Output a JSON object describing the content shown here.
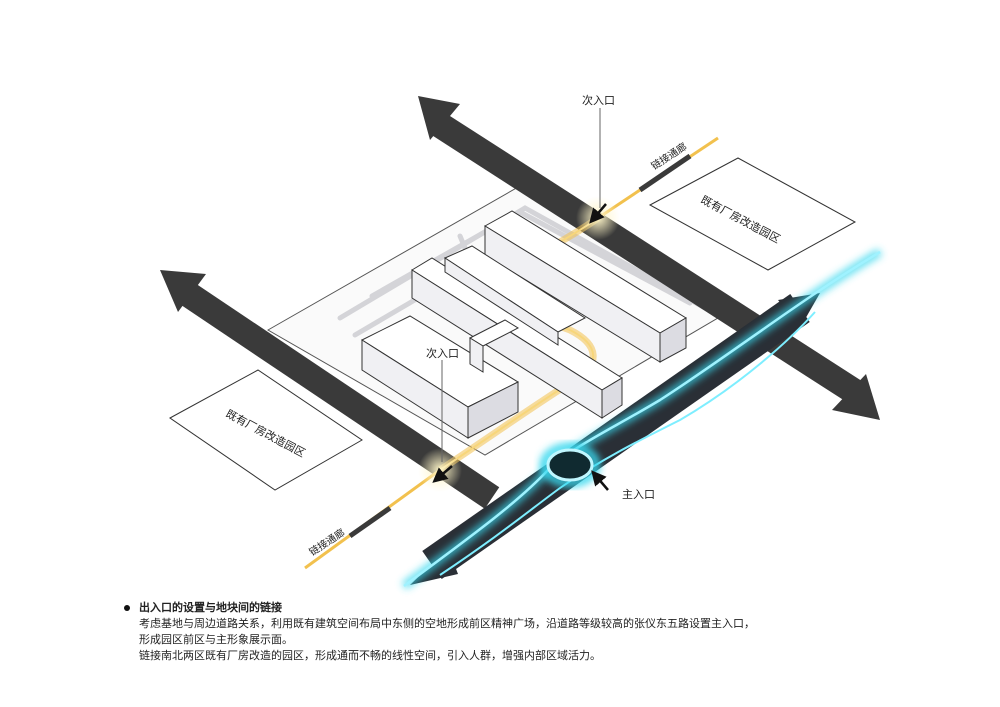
{
  "labels": {
    "secondary_entrance_top": "次入口",
    "secondary_entrance_mid": "次入口",
    "main_entrance": "主入口",
    "corridor_top": "链接通廊",
    "corridor_bottom": "链接通廊",
    "factory_zone_right": "既有厂房改造园区",
    "factory_zone_left": "既有厂房改造园区"
  },
  "description": {
    "title": "出入口的设置与地块间的链接",
    "lines": [
      "考虑基地与周边道路关系，利用既有建筑空间布局中东侧的空地形成前区精神广场，沿道路等级较高的张仪东五路设置主入口，",
      "形成园区前区与主形象展示面。",
      "链接南北两区既有厂房改造的园区，形成通而不畅的线性空间，引入人群，增强内部区域活力。"
    ]
  },
  "colors": {
    "road": "#3a3a3a",
    "corridor": "#f2c14e",
    "glow": "#38d8ee",
    "building": "#ffffff",
    "building_side": "#e9e9ec"
  }
}
